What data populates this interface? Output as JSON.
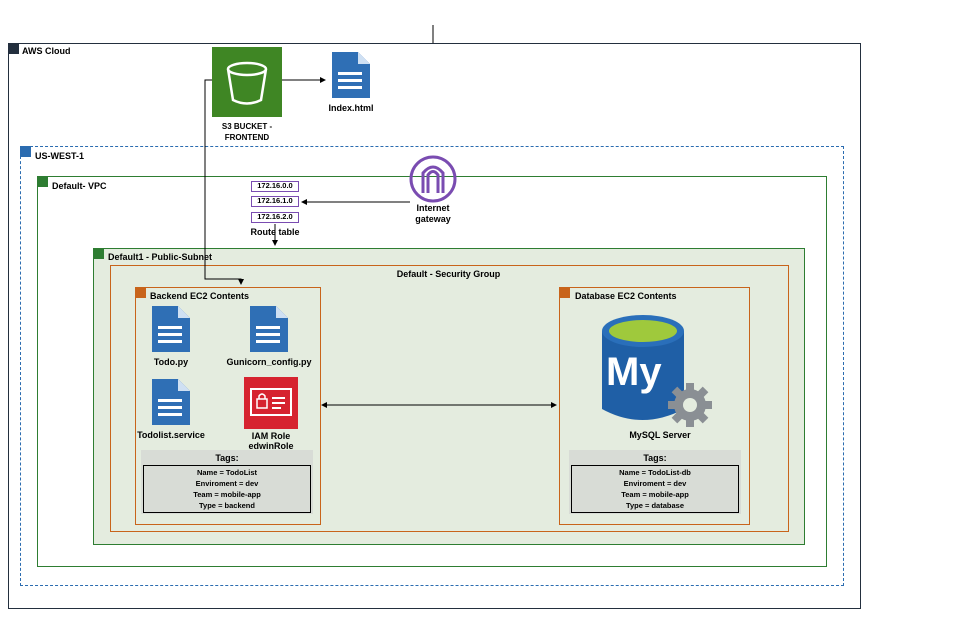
{
  "aws_cloud": {
    "label": "AWS Cloud"
  },
  "region": {
    "label": "US-WEST-1"
  },
  "vpc": {
    "label": "Default- VPC"
  },
  "subnet": {
    "label": "Default1 - Public-Subnet"
  },
  "security_group": {
    "label": "Default - Security Group"
  },
  "s3": {
    "label_line1": "S3 BUCKET -",
    "label_line2": "FRONTEND"
  },
  "index_file": {
    "label": "Index.html"
  },
  "internet_gateway": {
    "label_line1": "Internet",
    "label_line2": "gateway"
  },
  "route_table": {
    "entries": [
      "172.16.0.0",
      "172.16.1.0",
      "172.16.2.0"
    ],
    "label": "Route table"
  },
  "backend": {
    "title": "Backend EC2 Contents",
    "files": {
      "todo": "Todo.py",
      "gunicorn": "Gunicorn_config.py",
      "service": "Todolist.service"
    },
    "iam": {
      "line1": "IAM Role",
      "line2": "edwinRole"
    },
    "tags": {
      "title": "Tags:",
      "lines": [
        "Name = TodoList",
        "Enviroment = dev",
        "Team = mobile-app",
        "Type = backend"
      ]
    }
  },
  "database": {
    "title": "Database EC2 Contents",
    "mysql": {
      "logo": "My",
      "label": "MySQL Server"
    },
    "tags": {
      "title": "Tags:",
      "lines": [
        "Name = TodoList-db",
        "Enviroment = dev",
        "Team = mobile-app",
        "Type = database"
      ]
    }
  },
  "colors": {
    "s3_green": "#3f8624",
    "vpc_green": "#2e7d32",
    "region_blue": "#2b6cb0",
    "orange": "#c8641b",
    "route_purple": "#7a4cb1",
    "file_blue": "#2f6fb5",
    "iam_red": "#d6232f",
    "mysql_blue": "#1f5fa6",
    "mysql_top": "#9fc93c"
  }
}
